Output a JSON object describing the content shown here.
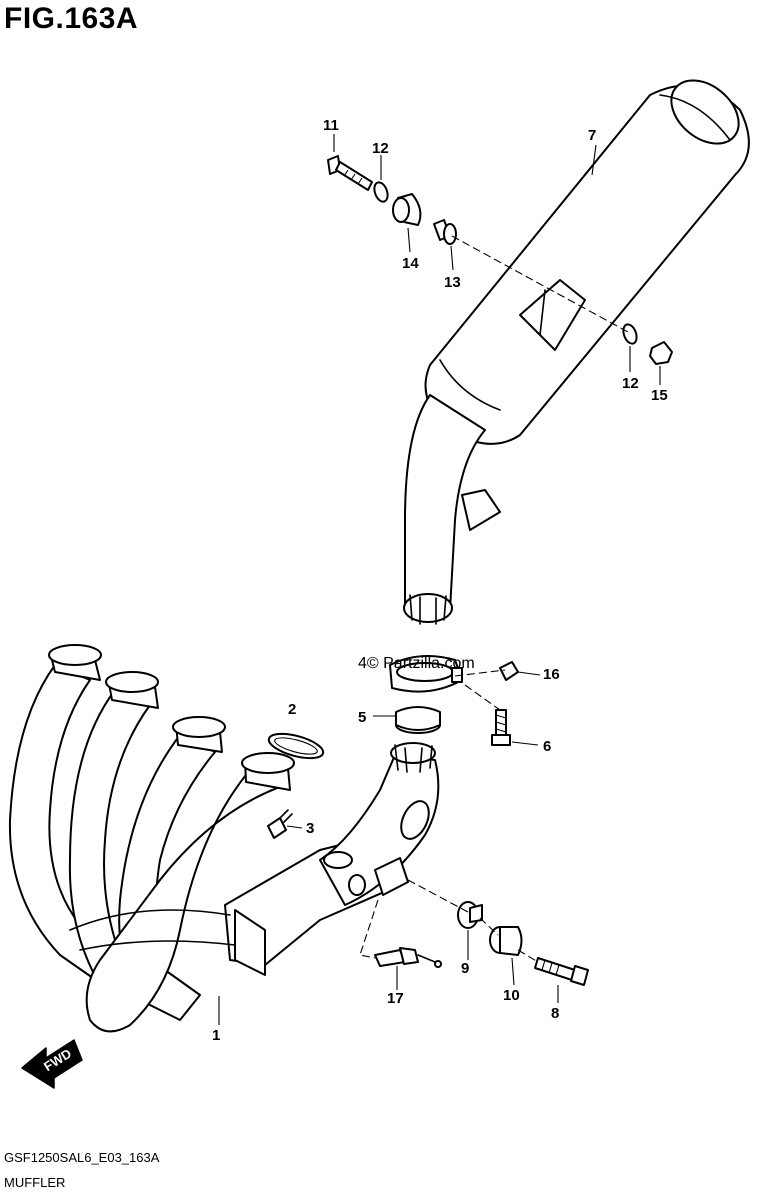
{
  "figure": {
    "title": "FIG.163A",
    "code": "GSF1250SAL6_E03_163A",
    "name": "MUFFLER",
    "watermark": "4© Partzilla.com",
    "fwd_label": "FWD"
  },
  "callouts": [
    {
      "id": "1",
      "label": "1"
    },
    {
      "id": "2",
      "label": "2"
    },
    {
      "id": "3",
      "label": "3"
    },
    {
      "id": "5",
      "label": "5"
    },
    {
      "id": "6",
      "label": "6"
    },
    {
      "id": "7",
      "label": "7"
    },
    {
      "id": "8",
      "label": "8"
    },
    {
      "id": "9",
      "label": "9"
    },
    {
      "id": "10",
      "label": "10"
    },
    {
      "id": "11",
      "label": "11"
    },
    {
      "id": "12a",
      "label": "12"
    },
    {
      "id": "12b",
      "label": "12"
    },
    {
      "id": "13",
      "label": "13"
    },
    {
      "id": "14",
      "label": "14"
    },
    {
      "id": "15",
      "label": "15"
    },
    {
      "id": "16",
      "label": "16"
    },
    {
      "id": "17",
      "label": "17"
    }
  ]
}
